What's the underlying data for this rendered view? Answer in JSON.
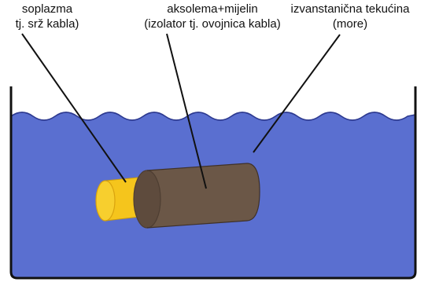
{
  "labels": {
    "axoplasm": {
      "line1": "soplazma",
      "line2": "tj. srž kabla)"
    },
    "axolemma": {
      "line1": "aksolema+mijelin",
      "line2": "(izolator tj. ovojnica kabla)"
    },
    "extracellular": {
      "line1": "izvanstanična tekućina",
      "line2": "(more)"
    }
  },
  "colors": {
    "water": "#5a6fd0",
    "water_dark": "#4a5cc0",
    "wave_line": "#2d3a90",
    "core_fill": "#f5c51c",
    "core_dark": "#d9a30e",
    "sheath_fill": "#6b5747",
    "sheath_dark": "#4e3e32",
    "tank_stroke": "#111111"
  }
}
